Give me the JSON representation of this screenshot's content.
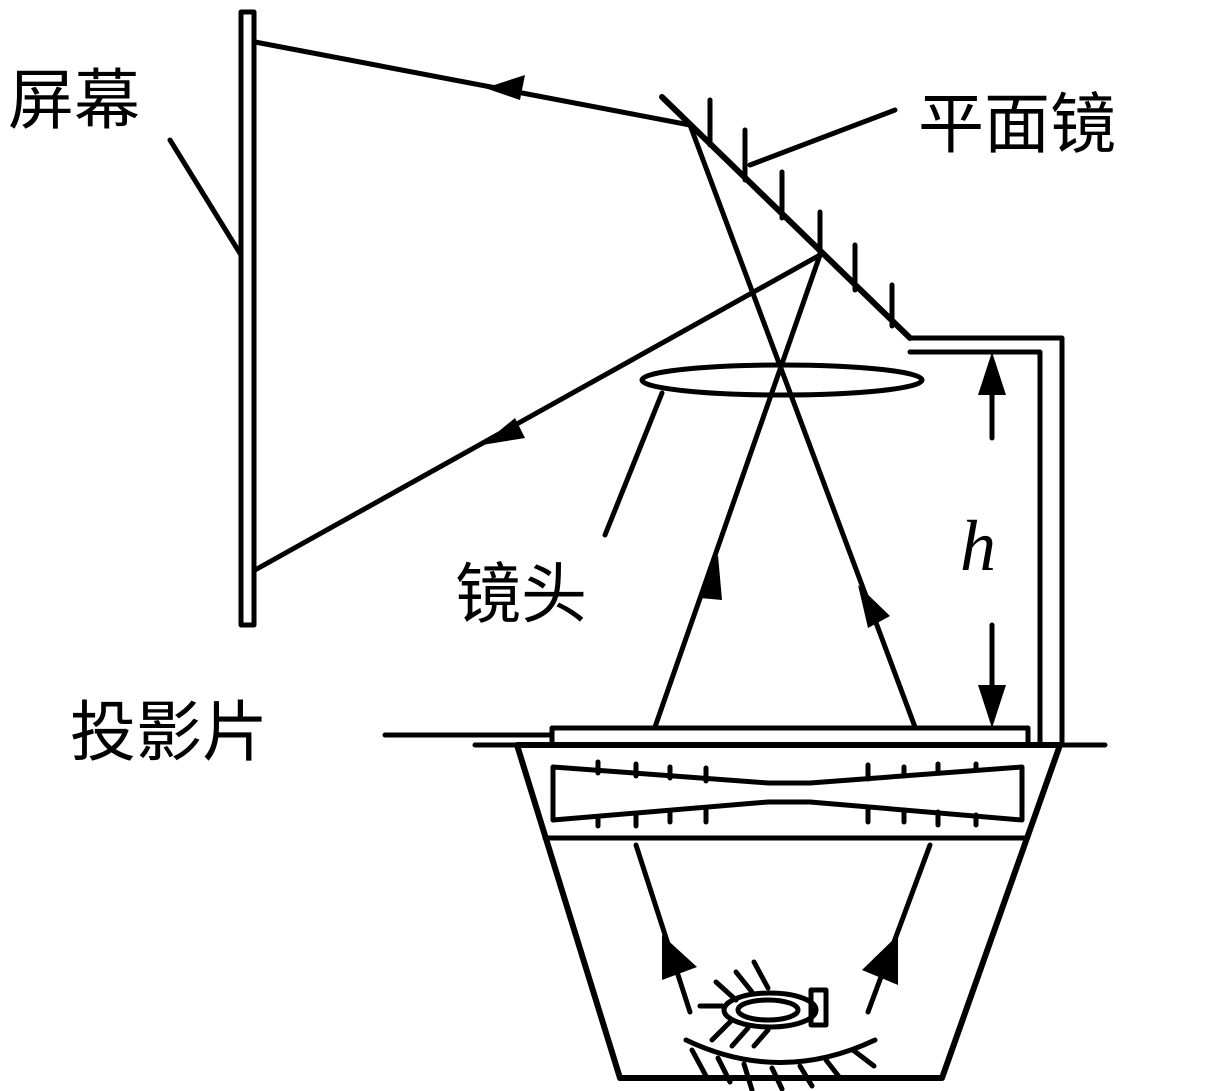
{
  "labels": {
    "screen": "屏幕",
    "plane_mirror": "平面镜",
    "lens": "镜头",
    "slide": "投影片",
    "height": "h"
  },
  "colors": {
    "stroke": "#000000",
    "background": "#ffffff"
  }
}
